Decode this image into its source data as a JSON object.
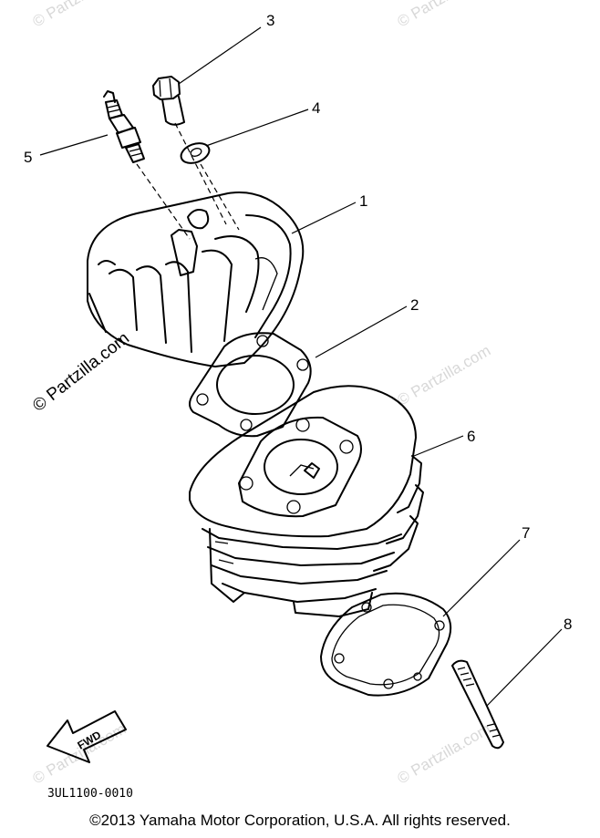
{
  "diagram": {
    "callouts": [
      {
        "id": "cylinder-head",
        "number": "1"
      },
      {
        "id": "head-gasket",
        "number": "2"
      },
      {
        "id": "bolt",
        "number": "3"
      },
      {
        "id": "washer",
        "number": "4"
      },
      {
        "id": "spark-plug",
        "number": "5"
      },
      {
        "id": "cylinder",
        "number": "6"
      },
      {
        "id": "base-gasket",
        "number": "7"
      },
      {
        "id": "stud-bolt",
        "number": "8"
      }
    ],
    "diagram_code": "3UL1100-0010",
    "fwd_label": "FWD",
    "watermark_main": "© Partzilla.com",
    "watermark_tiles": [
      "© Partzilla.com"
    ]
  },
  "footer": {
    "copyright": "©2013 Yamaha Motor Corporation, U.S.A. All rights reserved."
  }
}
